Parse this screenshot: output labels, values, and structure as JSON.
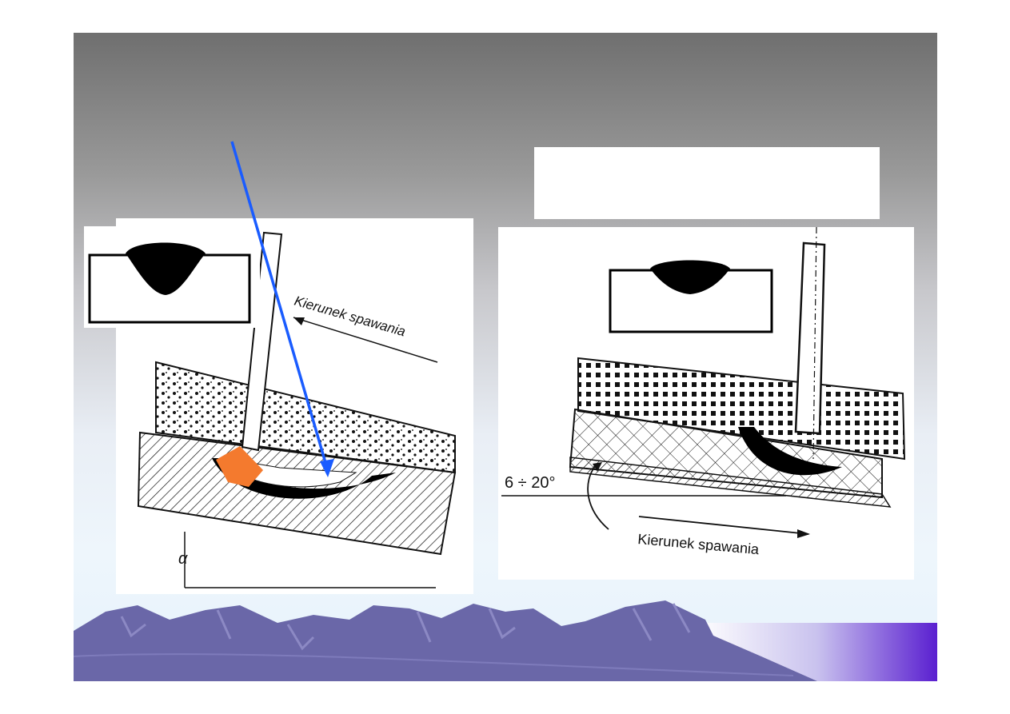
{
  "left_figure": {
    "direction_label": "Kierunek spawania",
    "angle_symbol": "α"
  },
  "right_figure": {
    "angle_label": "6 ÷ 20°",
    "direction_label": "Kierunek spawania"
  },
  "colors": {
    "slide_top": "#6f6f6f",
    "slide_bottom": "#e6f2fb",
    "pointer_arrow": "#1a5cff",
    "arc_highlight": "#f47a2e",
    "mountains": "#6a67a8",
    "corner_accent": "#5a1fd0"
  }
}
